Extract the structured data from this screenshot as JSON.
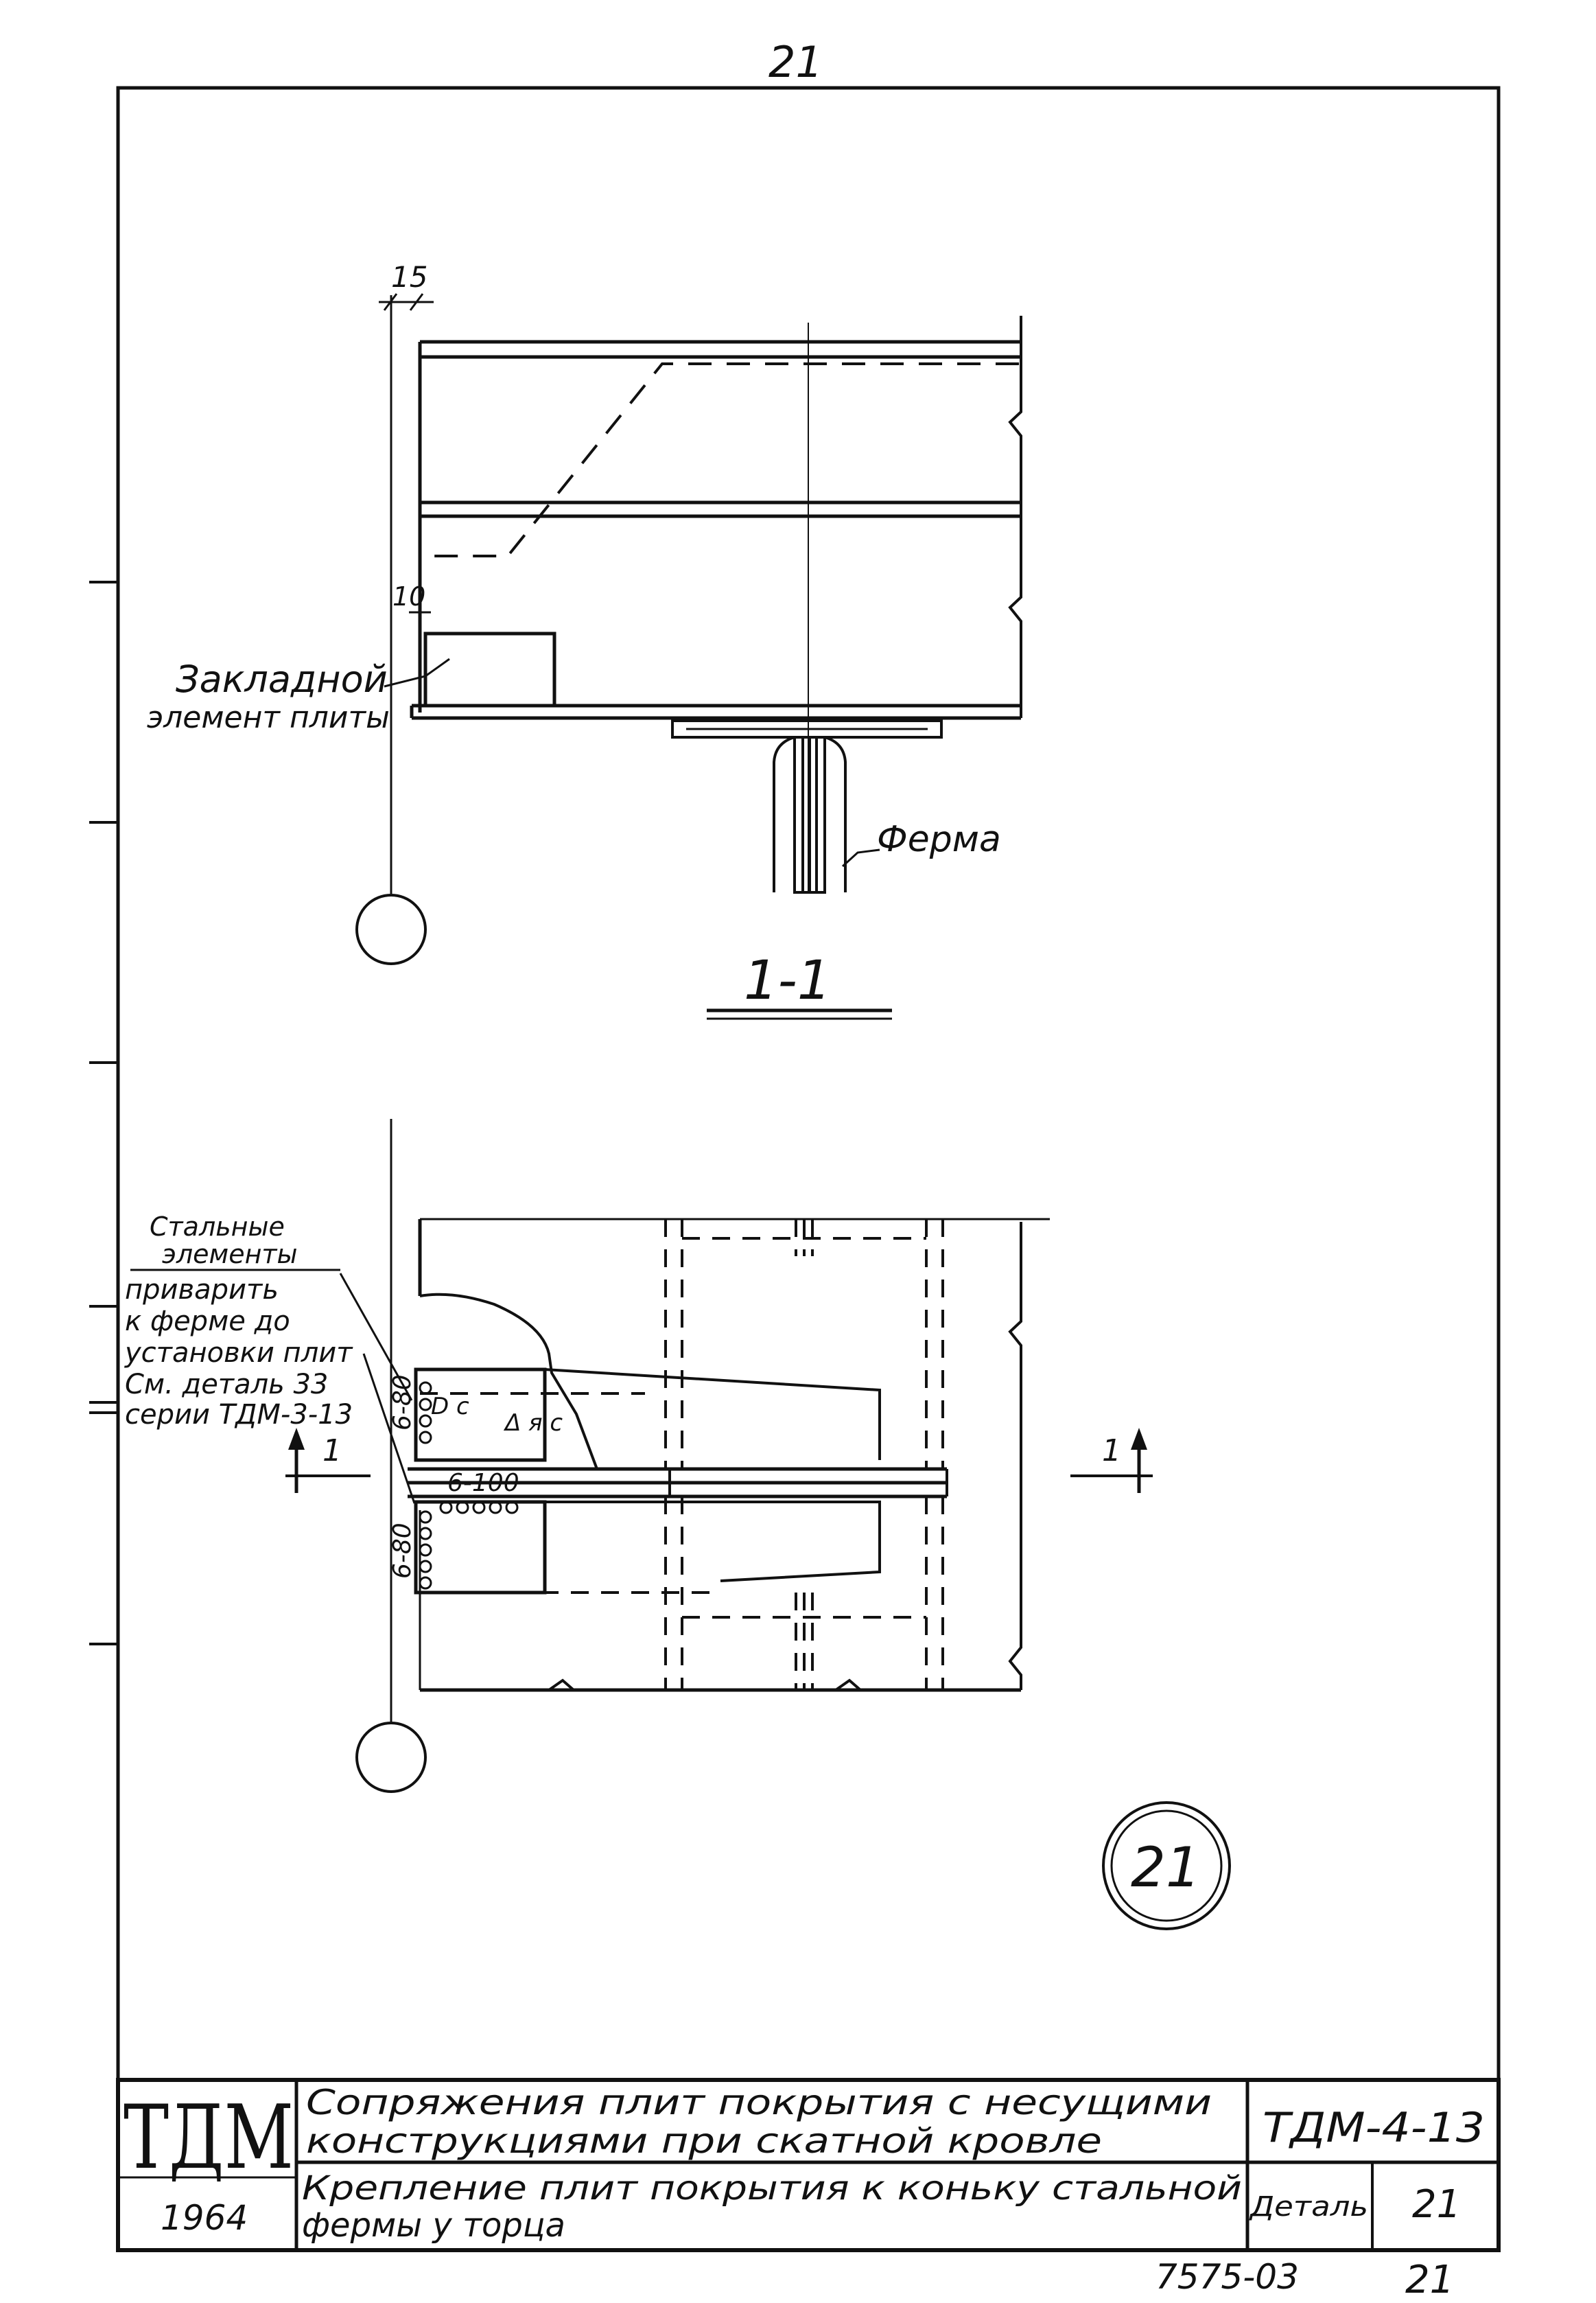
{
  "page": {
    "top_number": "21",
    "bottom_doc_code": "7575-03",
    "bottom_page_number": "21"
  },
  "section_view": {
    "dimension_top": "15",
    "dimension_mid": "10",
    "label_embedded_line1": "Закладной",
    "label_embedded_line2": "элемент плиты",
    "label_truss": "Ферма",
    "section_mark": "1-1"
  },
  "plan_view": {
    "note_header_line1": "Стальные",
    "note_header_line2": "элементы",
    "note_lines": [
      "приварить",
      "к ферме до",
      "установки плит",
      "См. деталь 33",
      "серии ТДМ-3-13"
    ],
    "weld_top": "6-80",
    "weld_middle": "6-100",
    "weld_bottom": "6-80",
    "mark_left": "1",
    "mark_right": "1",
    "symbol_a": "D c",
    "symbol_b": "Δ я c"
  },
  "detail_circle": "21",
  "title_block": {
    "logo": "ТДМ",
    "year": "1964",
    "title_line1": "Сопряжения плит покрытия с несущими",
    "title_line2": "конструкциями при скатной кровле",
    "subtitle_line1": "Крепление плит покрытия к коньку стальной",
    "subtitle_line2": "фермы у торца",
    "series_code": "ТДМ-4-13",
    "detail_label": "Деталь",
    "detail_number": "21"
  }
}
